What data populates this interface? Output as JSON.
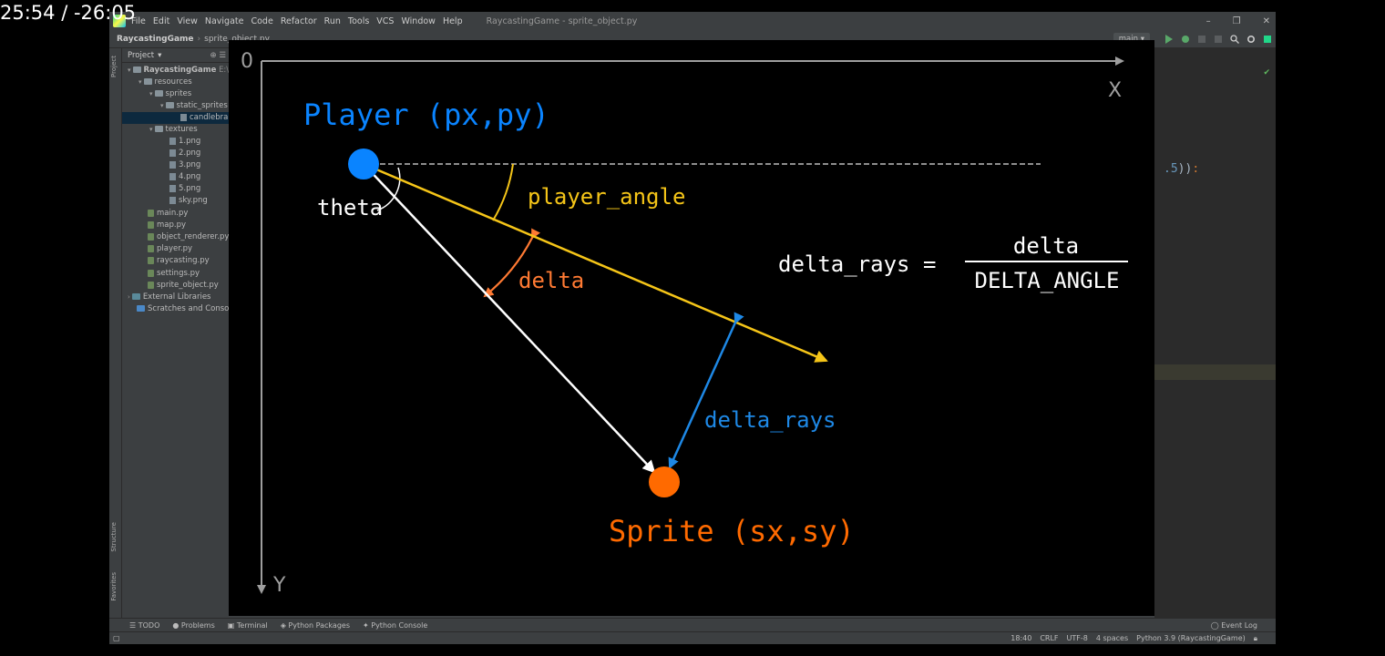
{
  "video_timer": "25:54 / -26:05",
  "window": {
    "title": "RaycastingGame - sprite_object.py",
    "menu": [
      "File",
      "Edit",
      "View",
      "Navigate",
      "Code",
      "Refactor",
      "Run",
      "Tools",
      "VCS",
      "Window",
      "Help"
    ]
  },
  "breadcrumb": {
    "project": "RaycastingGame",
    "file": "sprite_object.py"
  },
  "toolbar": {
    "branch": "main"
  },
  "project_panel": {
    "header": "Project",
    "root": "RaycastingGame",
    "root_path": "E:\\P",
    "items": [
      {
        "label": "resources",
        "kind": "folder"
      },
      {
        "label": "sprites",
        "kind": "folder"
      },
      {
        "label": "static_sprites",
        "kind": "folder"
      },
      {
        "label": "candlebra...",
        "kind": "png"
      },
      {
        "label": "textures",
        "kind": "folder"
      },
      {
        "label": "1.png",
        "kind": "png"
      },
      {
        "label": "2.png",
        "kind": "png"
      },
      {
        "label": "3.png",
        "kind": "png"
      },
      {
        "label": "4.png",
        "kind": "png"
      },
      {
        "label": "5.png",
        "kind": "png"
      },
      {
        "label": "sky.png",
        "kind": "png"
      },
      {
        "label": "main.py",
        "kind": "py"
      },
      {
        "label": "map.py",
        "kind": "py"
      },
      {
        "label": "object_renderer.py",
        "kind": "py"
      },
      {
        "label": "player.py",
        "kind": "py"
      },
      {
        "label": "raycasting.py",
        "kind": "py"
      },
      {
        "label": "settings.py",
        "kind": "py"
      },
      {
        "label": "sprite_object.py",
        "kind": "py"
      },
      {
        "label": "External Libraries",
        "kind": "lib"
      },
      {
        "label": "Scratches and Consoles",
        "kind": "scratch"
      }
    ]
  },
  "side_tabs": {
    "left_top": "Project",
    "left_mid": "Structure",
    "left_bottom": "Favorites"
  },
  "editor_fragment": {
    "num": ".5",
    "close": "))",
    "colon": ":"
  },
  "diagram": {
    "origin": "0",
    "x_axis": "X",
    "y_axis": "Y",
    "player_label": "Player",
    "player_coords": "(px,py)",
    "theta": "theta",
    "player_angle": "player_angle",
    "delta": "delta",
    "delta_rays": "delta_rays",
    "formula_lhs": "delta_rays =",
    "formula_num": "delta",
    "formula_den": "DELTA_ANGLE",
    "sprite_label": "Sprite",
    "sprite_coords": "(sx,sy)",
    "colors": {
      "player": "#0a84ff",
      "sprite": "#ff6a00",
      "yellow": "#f5c518",
      "orange": "#ff7a33",
      "blue": "#1e88e5",
      "white": "#ffffff",
      "axis": "#9e9e9e"
    }
  },
  "bottom_tabs": [
    "TODO",
    "Problems",
    "Terminal",
    "Python Packages",
    "Python Console"
  ],
  "event_log": "Event Log",
  "status": {
    "position": "18:40",
    "line_ending": "CRLF",
    "encoding": "UTF-8",
    "indent": "4 spaces",
    "interpreter": "Python 3.9 (RaycastingGame)"
  }
}
